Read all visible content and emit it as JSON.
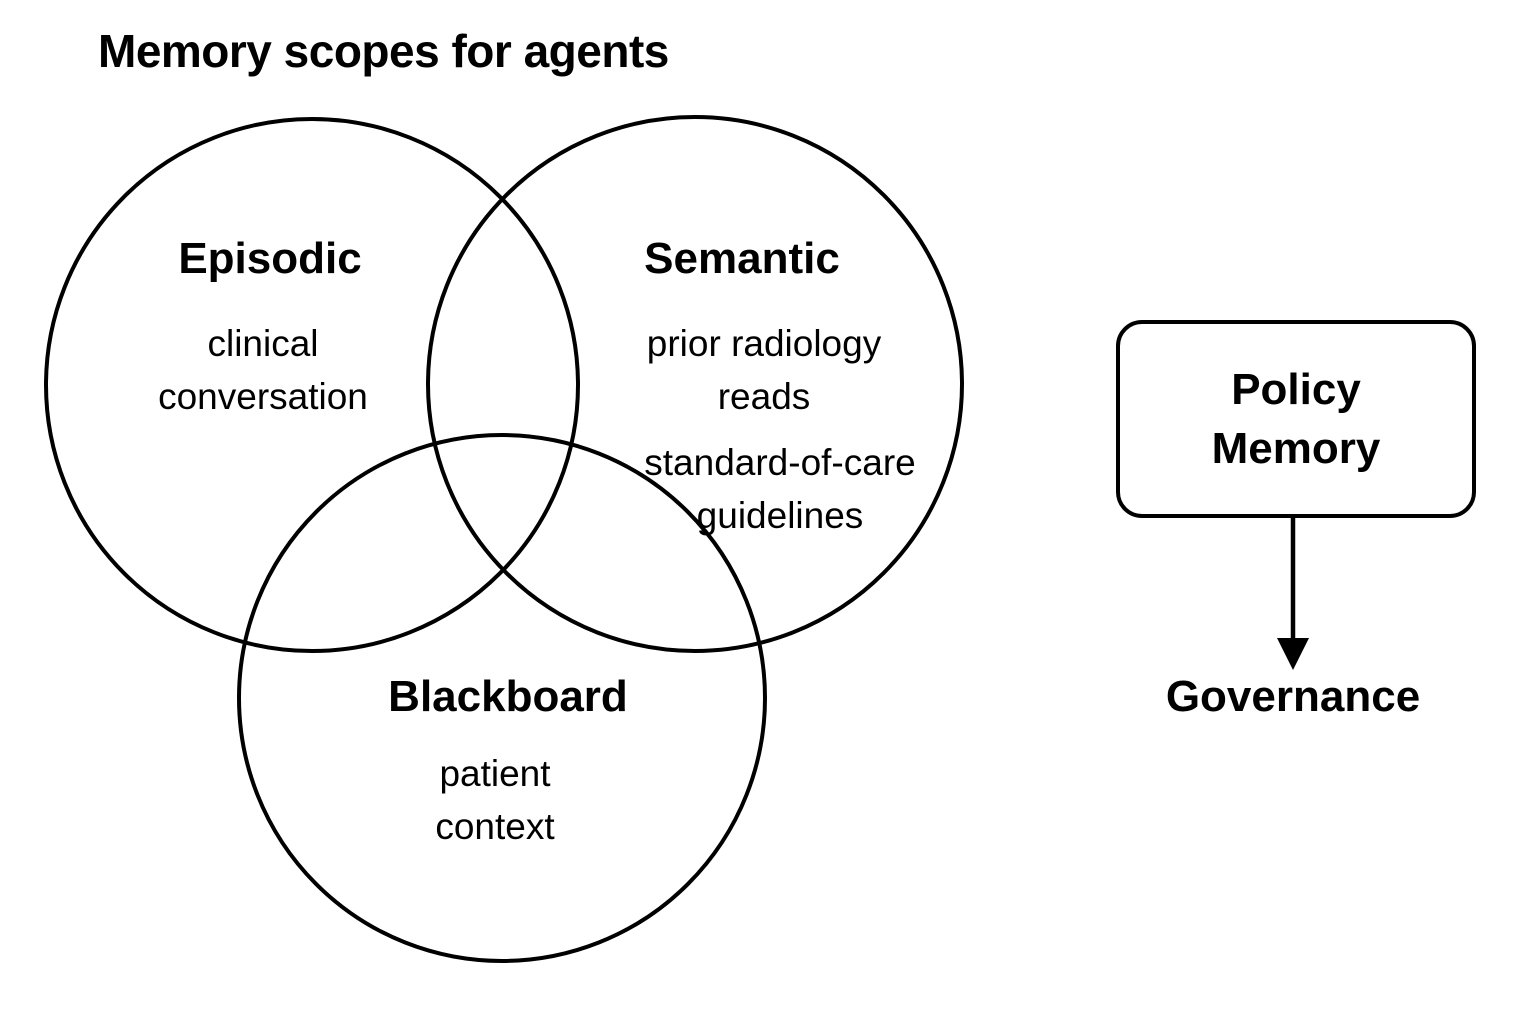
{
  "title": "Memory scopes for agents",
  "venn": {
    "episodic": {
      "label": "Episodic",
      "desc": "clinical\nconversation"
    },
    "semantic": {
      "label": "Semantic",
      "desc1": "prior radiology\nreads",
      "desc2": "standard-of-care\nguidelines"
    },
    "blackboard": {
      "label": "Blackboard",
      "desc": "patient\ncontext"
    }
  },
  "policy": {
    "label": "Policy\nMemory"
  },
  "governance": {
    "label": "Governance"
  },
  "colors": {
    "stroke": "#000000",
    "background": "#ffffff",
    "text": "#000000"
  }
}
